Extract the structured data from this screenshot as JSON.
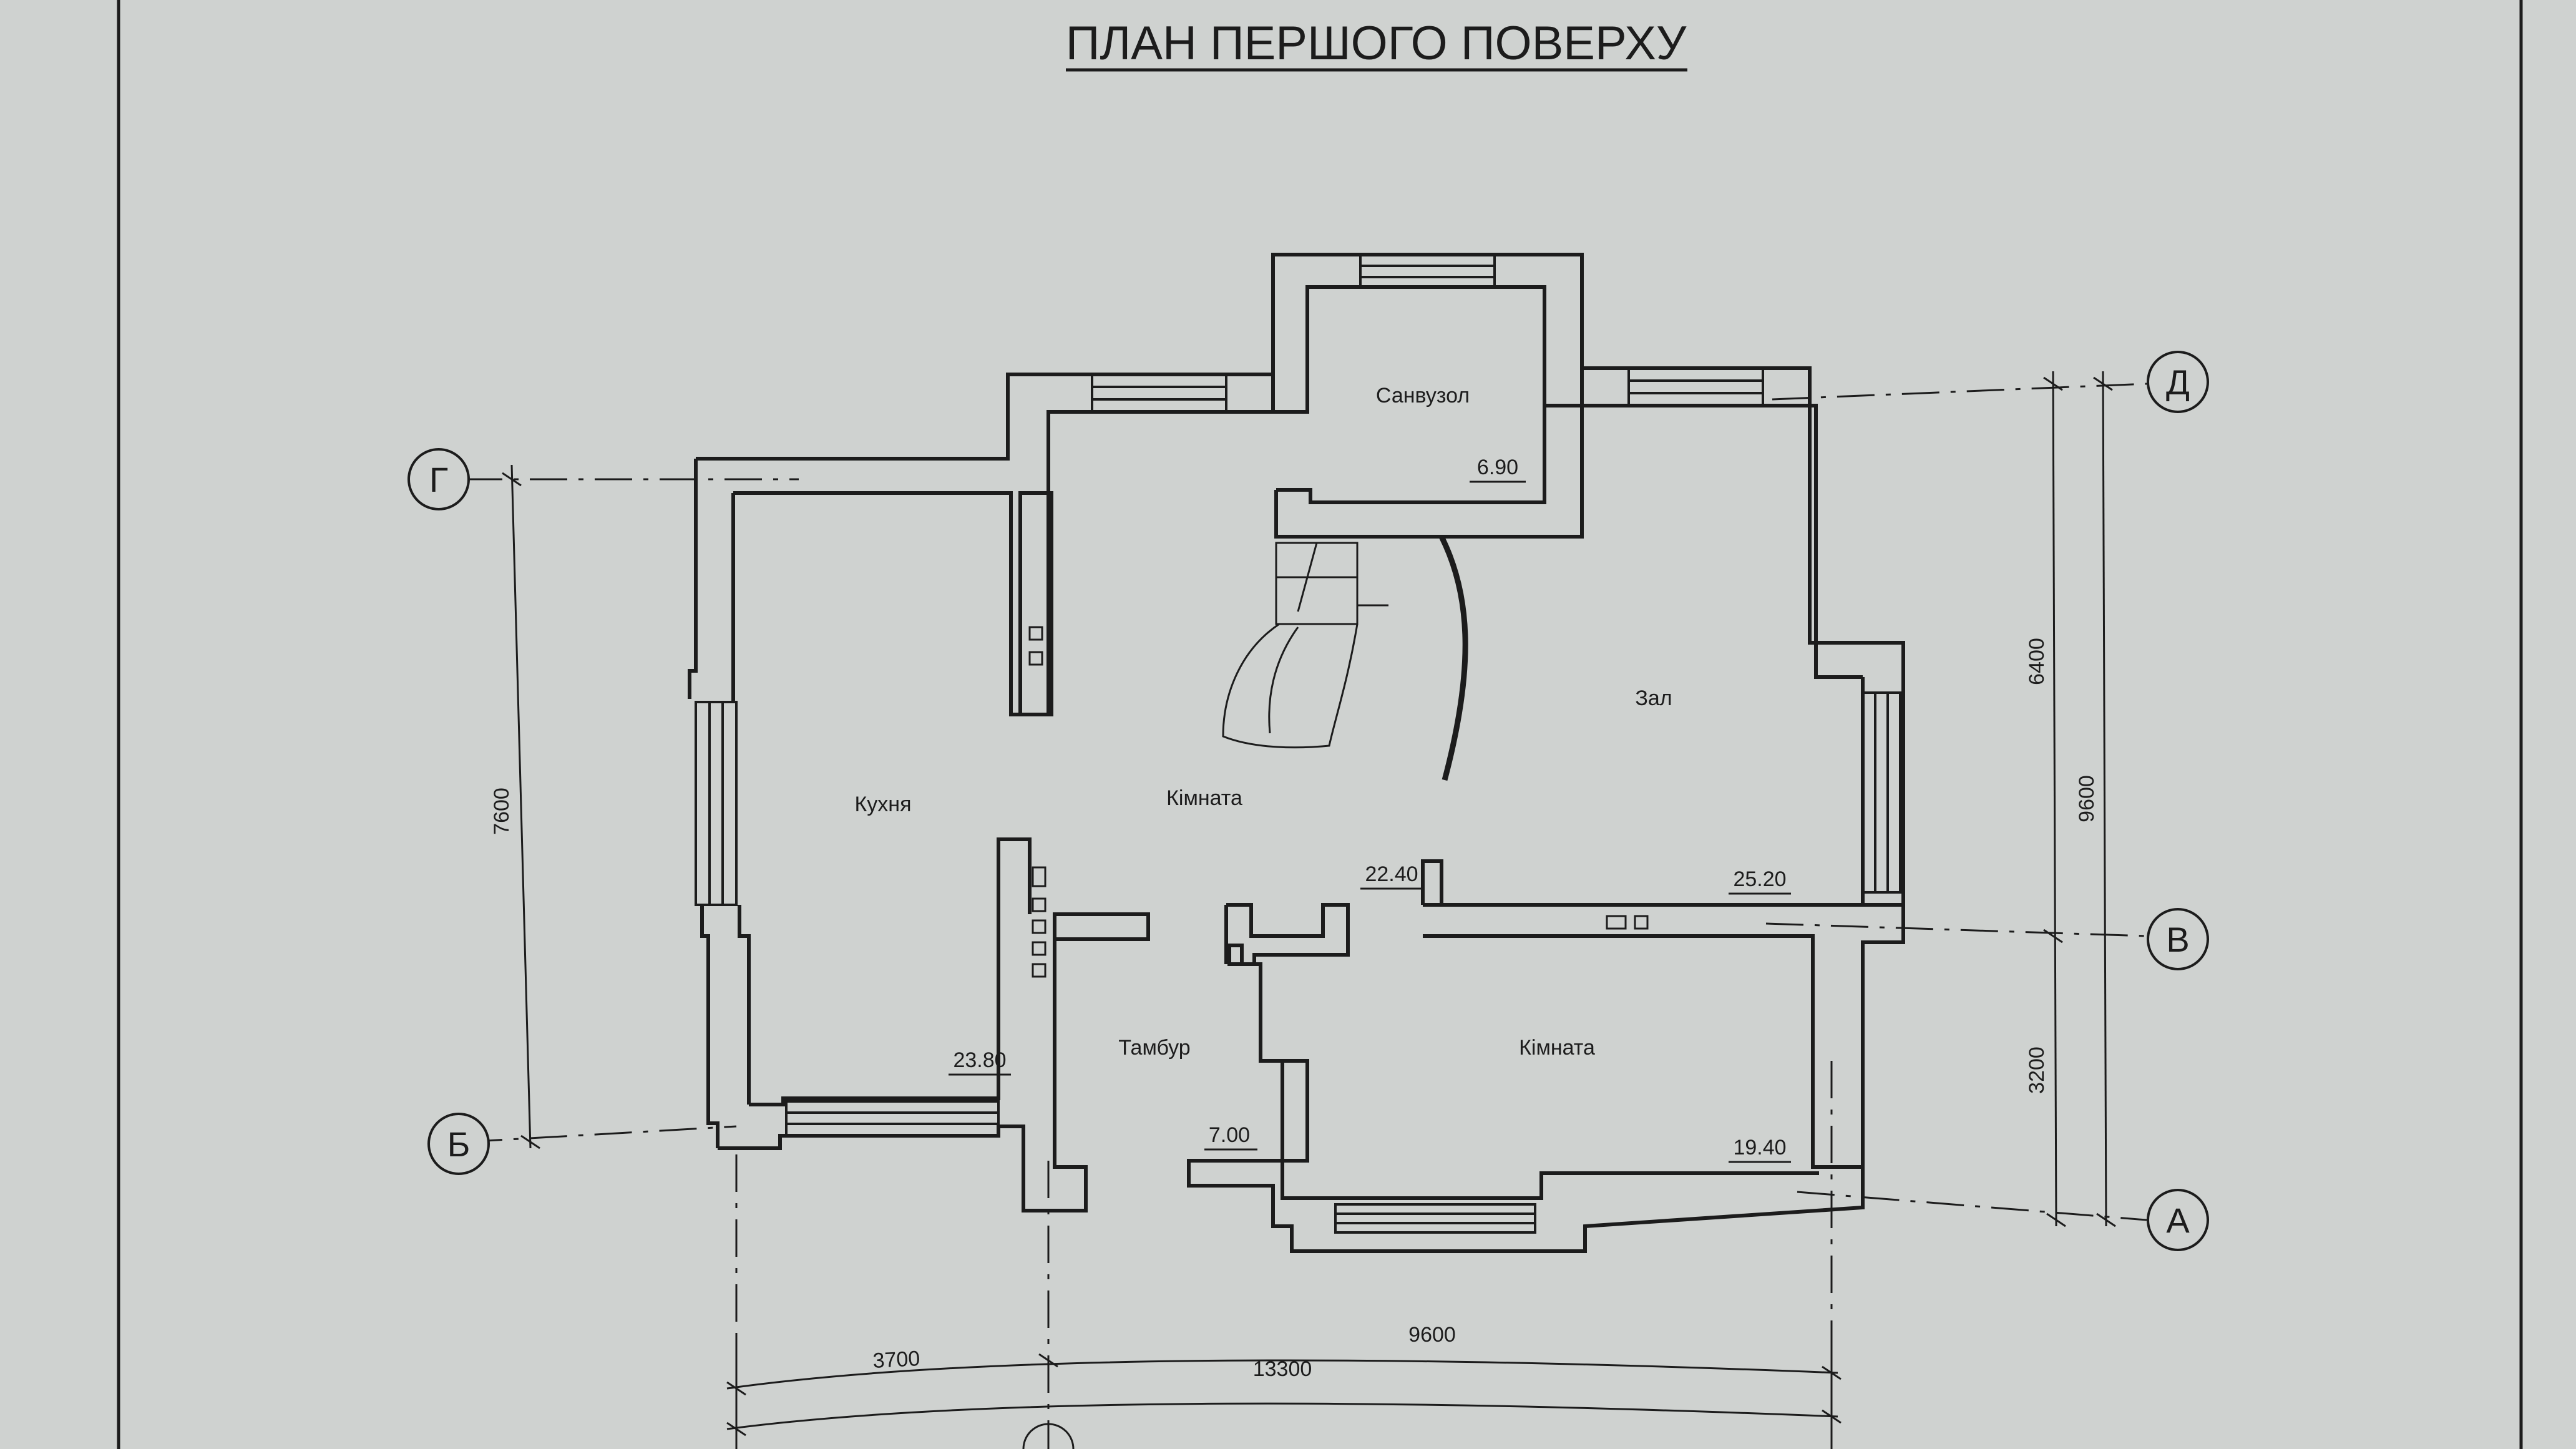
{
  "title": "ПЛАН ПЕРШОГО ПОВЕРХУ",
  "rooms": [
    {
      "name": "Санвузол",
      "area": "6.90"
    },
    {
      "name": "Зал",
      "area": "25.20"
    },
    {
      "name": "Кухня",
      "area": "23.80"
    },
    {
      "name": "Кімната",
      "area": "22.40"
    },
    {
      "name": "Тамбур",
      "area": "7.00"
    },
    {
      "name": "Кімната",
      "area": "19.40"
    }
  ],
  "axes": {
    "g": "Г",
    "b": "Б",
    "d": "Д",
    "v": "В",
    "a": "А"
  },
  "dimensions": {
    "left_total": "7600",
    "right_upper": "6400",
    "right_lower": "3200",
    "right_total": "9600",
    "bottom_left": "3700",
    "bottom_right": "9600",
    "bottom_total": "13300"
  },
  "colors": {
    "paper": "#cfd2d0",
    "ink": "#1c1c1c"
  }
}
